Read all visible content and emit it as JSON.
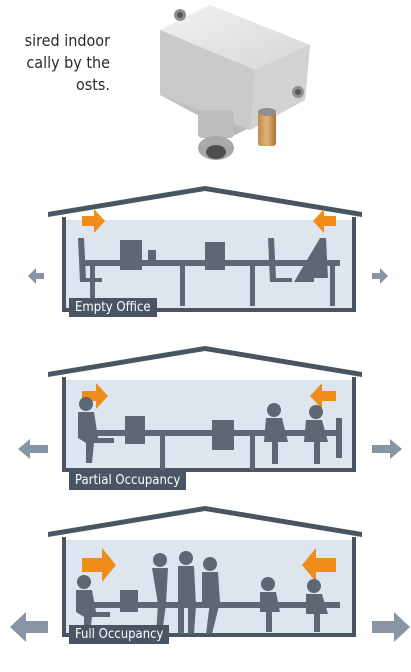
{
  "intro_lines": [
    "sired indoor",
    "cally by the",
    "osts."
  ],
  "panels": [
    {
      "caption": "Empty Office"
    },
    {
      "caption": "Partial Occupancy"
    },
    {
      "caption": "Full Occupancy"
    }
  ],
  "colors": {
    "roof": "#4a5563",
    "room_fill": "#dde5ee",
    "furniture": "#5e6873",
    "arrow_in": "#f08c1a",
    "arrow_out": "#8795a5",
    "caption_bg": "#4a5563"
  }
}
